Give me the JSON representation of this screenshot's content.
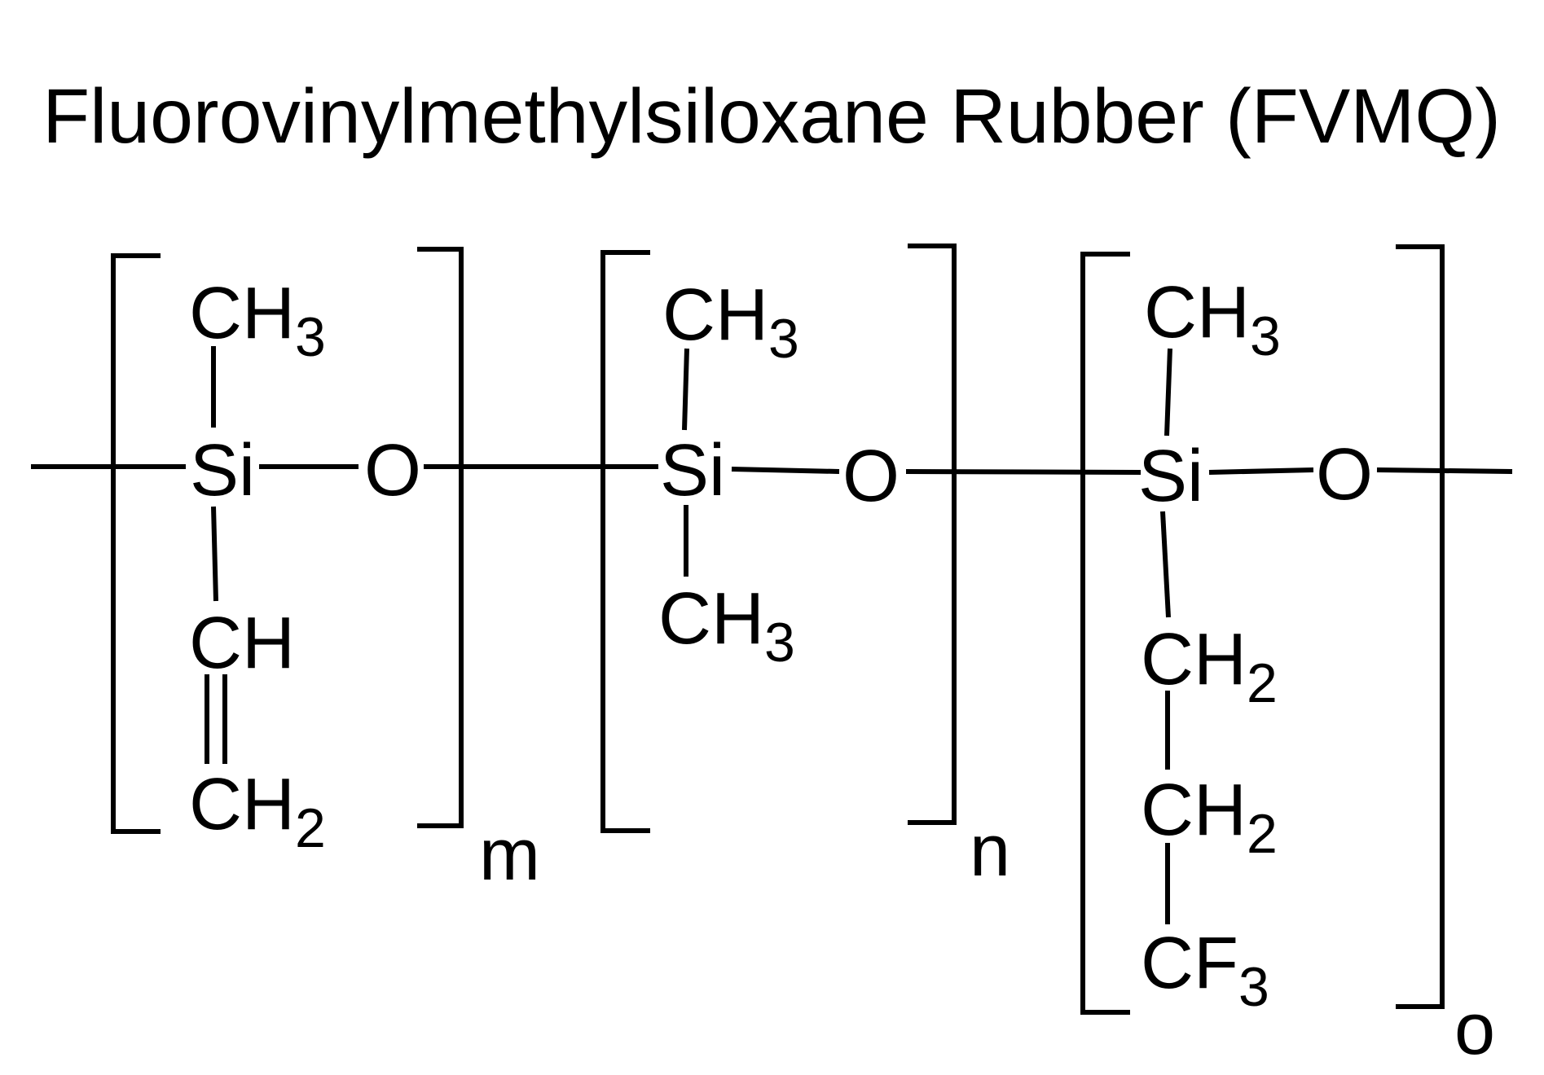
{
  "title": "Fluorovinylmethylsiloxane Rubber (FVMQ)",
  "units": [
    {
      "subscript": "m",
      "top_group": {
        "main": "CH",
        "sub": "3"
      },
      "center": "Si",
      "linker": "O",
      "bottom_groups": [
        {
          "main": "CH",
          "sub": ""
        },
        {
          "main": "CH",
          "sub": "2"
        }
      ],
      "bottom_bonds": [
        "single",
        "double"
      ]
    },
    {
      "subscript": "n",
      "top_group": {
        "main": "CH",
        "sub": "3"
      },
      "center": "Si",
      "linker": "O",
      "bottom_groups": [
        {
          "main": "CH",
          "sub": "3"
        }
      ],
      "bottom_bonds": [
        "single"
      ]
    },
    {
      "subscript": "o",
      "top_group": {
        "main": "CH",
        "sub": "3"
      },
      "center": "Si",
      "linker": "O",
      "bottom_groups": [
        {
          "main": "CH",
          "sub": "2"
        },
        {
          "main": "CH",
          "sub": "2"
        },
        {
          "main": "CF",
          "sub": "3"
        }
      ],
      "bottom_bonds": [
        "single",
        "single",
        "single"
      ]
    }
  ]
}
